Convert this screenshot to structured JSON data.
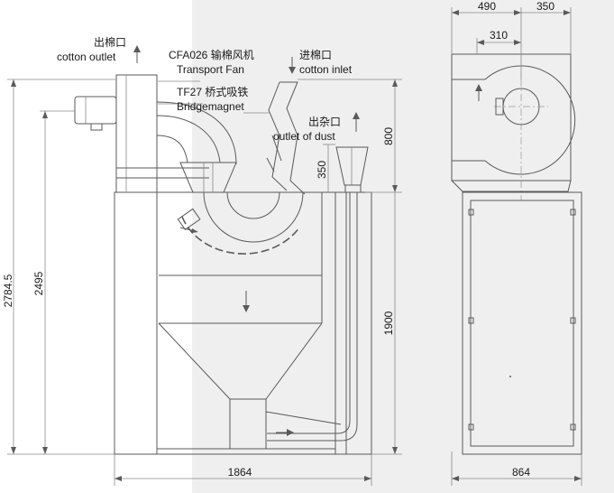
{
  "labels": {
    "cotton_outlet_cn": "出棉口",
    "cotton_outlet_en": "cotton outlet",
    "transport_fan_cn": "CFA026 输棉风机",
    "transport_fan_en": "Transport Fan",
    "bridge_magnet_cn": "TF27 桥式吸铁",
    "bridge_magnet_en": "Bridgemagnet",
    "cotton_inlet_cn": "进棉口",
    "cotton_inlet_en": "cotton inlet",
    "dust_outlet_cn": "出杂口",
    "dust_outlet_en": "outlet of dust"
  },
  "dimensions": {
    "total_height": "2784.5",
    "body_height": "2495",
    "upper_height": "800",
    "hood_height": "350",
    "lower_height": "1900",
    "front_width": "1864",
    "side_width": "864",
    "side_top_left": "490",
    "side_top_right": "350",
    "side_offset": "310"
  },
  "colors": {
    "line": "#5a5a5a",
    "text": "#1a1a1a",
    "background": "#ffffff",
    "shade": "#efefef"
  }
}
